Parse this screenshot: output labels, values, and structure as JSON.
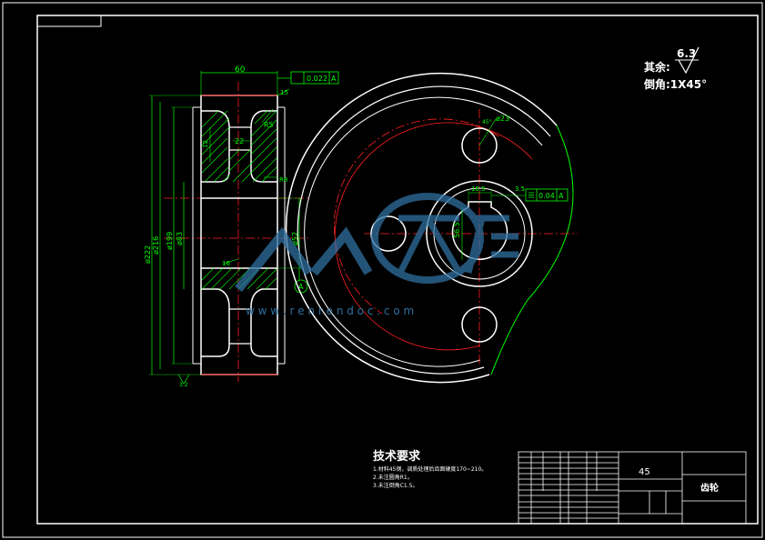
{
  "dims": {
    "width_60": "60",
    "tol_box": "0.022",
    "datum_a": "A",
    "ang_15": "15",
    "r5": "R5",
    "dim_12": "12",
    "dim_22": "22",
    "dim_r8": "R8",
    "dia_222": "ø222",
    "dia_216": "ø216",
    "dia_199": "ø199",
    "dia_83": "ø83",
    "dia_52": "ø52",
    "dim_16": "16",
    "rough_bottom": "3.2",
    "dia_23": "ø23",
    "ang_45": "45°",
    "dim_16_5": "16.5",
    "dim_3_5": "3.5",
    "tol_004": "0.04",
    "dim_56": "56.5"
  },
  "notes": {
    "other_label": "其余:",
    "roughness": "6.3",
    "chamfer": "倒角:1X45°"
  },
  "tech": {
    "title": "技术要求",
    "items": [
      "1.材料45钢，调质处理后齿面硬度170~210。",
      "2.未注圆角R1。",
      "3.未注倒角C1.5。"
    ]
  },
  "titleblock": {
    "part": "45",
    "name": "齿轮"
  },
  "watermark": {
    "url": "w w w . r e n r e n d o c . c o m"
  }
}
